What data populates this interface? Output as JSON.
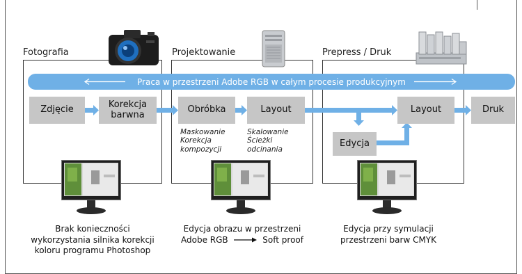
{
  "banner": {
    "text": "Praca w przestrzeni Adobe RGB w całym procesie produkcyjnym"
  },
  "stages": [
    {
      "title": "Fotografia",
      "icon": "camera-icon"
    },
    {
      "title": "Projektowanie",
      "icon": "computer-tower-icon"
    },
    {
      "title": "Prepress / Druk",
      "icon": "printer-icon"
    }
  ],
  "process": {
    "zdjecie": "Zdjęcie",
    "korekcja": "Korekcja\nbarwna",
    "obrobka": "Obróbka",
    "layout1": "Layout",
    "edycja": "Edycja",
    "layout2": "Layout",
    "druk": "Druk"
  },
  "notes": {
    "obrobka": [
      "Maskowanie",
      "Korekcja",
      "kompozycji"
    ],
    "layout": [
      "Skalowanie",
      "Ścieżki",
      "odcinania"
    ]
  },
  "captions": {
    "c1": [
      "Brak konieczności",
      "wykorzystania silnika korekcji",
      "koloru programu Photoshop"
    ],
    "c2_line1": "Edycja obrazu w przestrzeni",
    "c2_left": "Adobe RGB",
    "c2_right": "Soft proof",
    "c3": [
      "Edycja przy symulacji",
      "przestrzeni barw CMYK"
    ]
  },
  "colors": {
    "accent": "#6fb0e6",
    "box": "#c6c6c6",
    "frame": "#555555"
  }
}
